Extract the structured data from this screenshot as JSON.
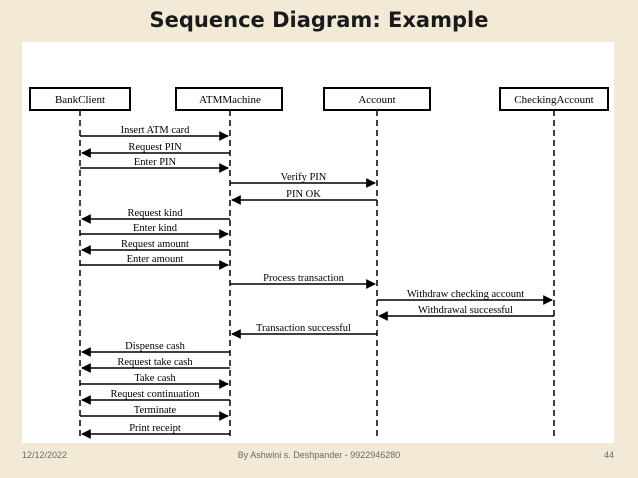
{
  "slide": {
    "title": "Sequence Diagram: Example"
  },
  "diagram": {
    "objects": [
      "BankClient",
      "ATMMachine",
      "Account",
      "CheckingAccount"
    ],
    "messages": [
      {
        "label": "Insert ATM card",
        "from": 0,
        "to": 1
      },
      {
        "label": "Request PIN",
        "from": 1,
        "to": 0
      },
      {
        "label": "Enter PIN",
        "from": 0,
        "to": 1
      },
      {
        "label": "Verify PIN",
        "from": 1,
        "to": 2
      },
      {
        "label": "PIN OK",
        "from": 2,
        "to": 1
      },
      {
        "label": "Request kind",
        "from": 1,
        "to": 0
      },
      {
        "label": "Enter kind",
        "from": 0,
        "to": 1
      },
      {
        "label": "Request amount",
        "from": 1,
        "to": 0
      },
      {
        "label": "Enter amount",
        "from": 0,
        "to": 1
      },
      {
        "label": "Process transaction",
        "from": 1,
        "to": 2
      },
      {
        "label": "Withdraw checking account",
        "from": 2,
        "to": 3
      },
      {
        "label": "Withdrawal successful",
        "from": 3,
        "to": 2
      },
      {
        "label": "Transaction successful",
        "from": 2,
        "to": 1
      },
      {
        "label": "Dispense cash",
        "from": 1,
        "to": 0
      },
      {
        "label": "Request take cash",
        "from": 1,
        "to": 0
      },
      {
        "label": "Take cash",
        "from": 0,
        "to": 1
      },
      {
        "label": "Request continuation",
        "from": 1,
        "to": 0
      },
      {
        "label": "Terminate",
        "from": 0,
        "to": 1
      },
      {
        "label": "Print receipt",
        "from": 1,
        "to": 0
      }
    ]
  },
  "footer": {
    "date": "12/12/2022",
    "author": "By Ashwini s. Deshpander - 9922946280",
    "page": "44"
  }
}
